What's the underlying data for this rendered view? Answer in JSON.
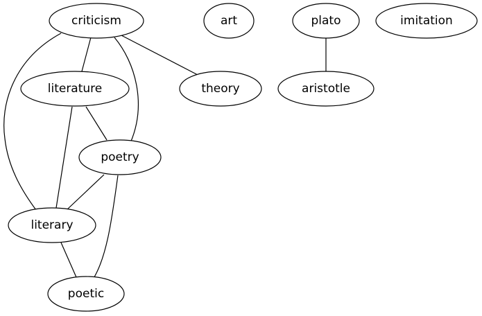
{
  "graph": {
    "nodes": {
      "criticism": "criticism",
      "art": "art",
      "plato": "plato",
      "imitation": "imitation",
      "literature": "literature",
      "theory": "theory",
      "aristotle": "aristotle",
      "poetry": "poetry",
      "literary": "literary",
      "poetic": "poetic"
    },
    "edges": [
      [
        "criticism",
        "literature"
      ],
      [
        "criticism",
        "theory"
      ],
      [
        "criticism",
        "poetry"
      ],
      [
        "criticism",
        "literary"
      ],
      [
        "plato",
        "aristotle"
      ],
      [
        "literature",
        "poetry"
      ],
      [
        "literature",
        "literary"
      ],
      [
        "poetry",
        "literary"
      ],
      [
        "poetry",
        "poetic"
      ],
      [
        "literary",
        "poetic"
      ]
    ]
  }
}
